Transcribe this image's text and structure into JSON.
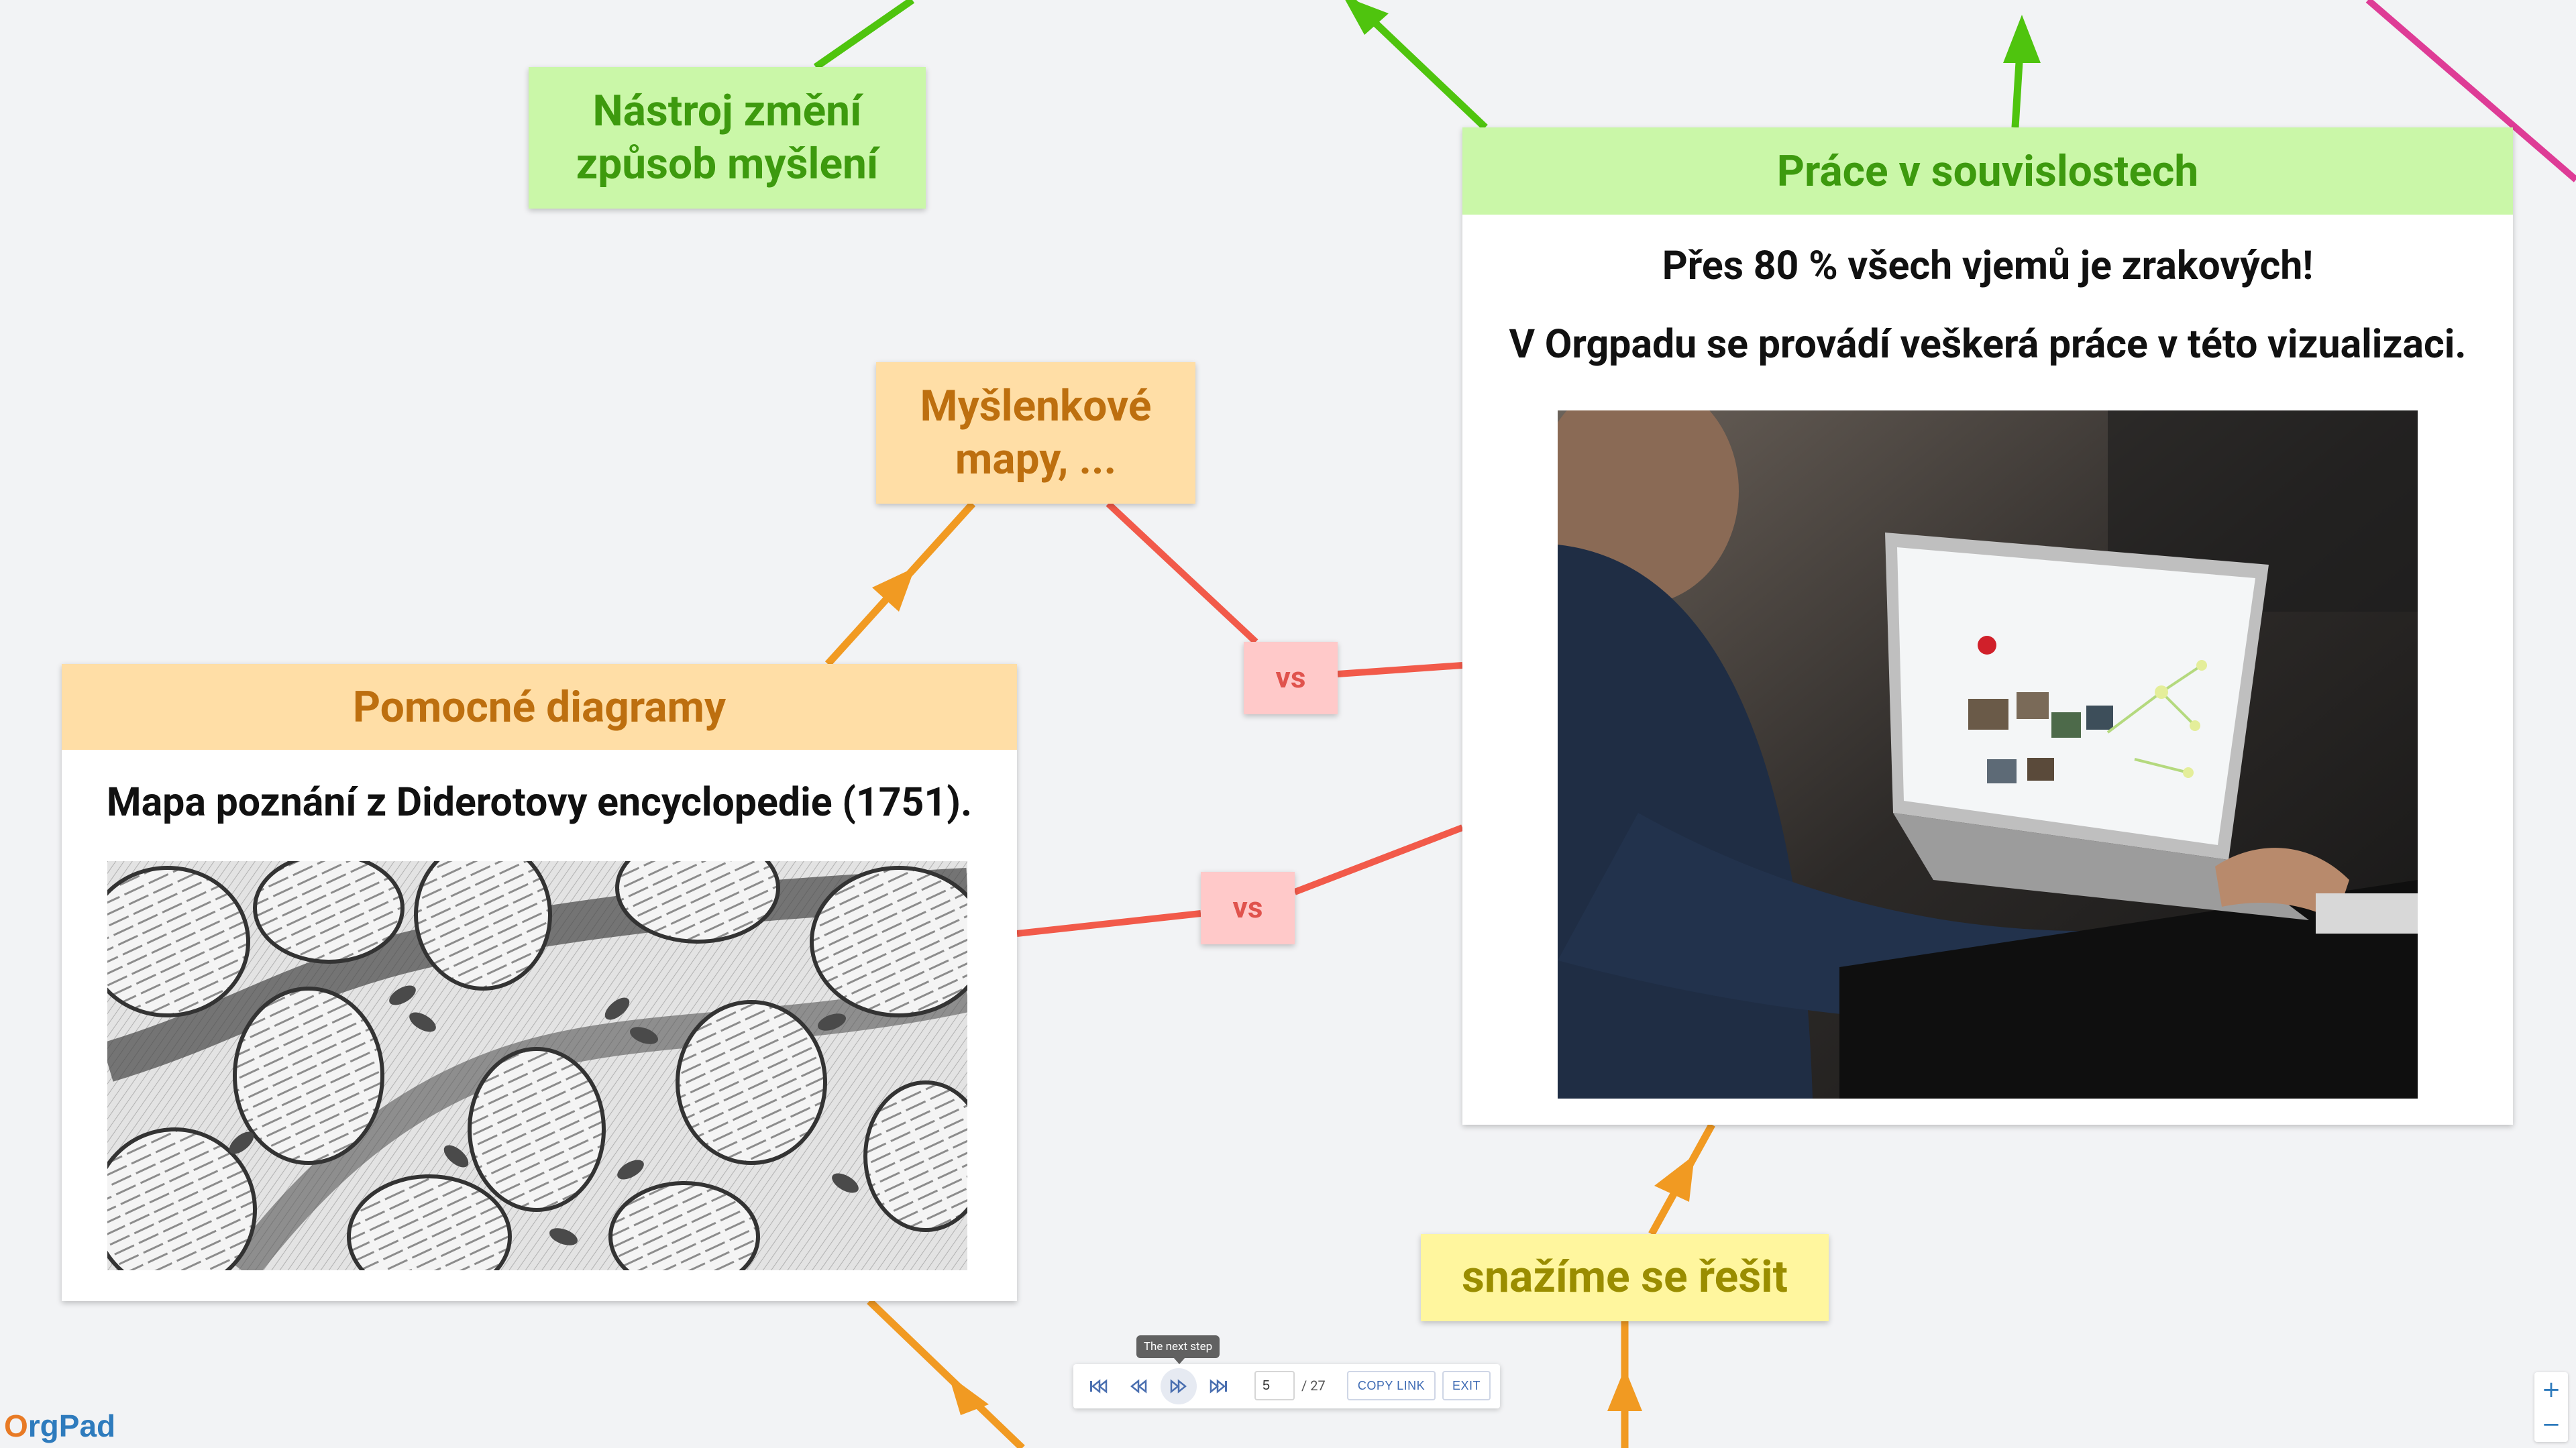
{
  "canvas": {
    "cells": {
      "nastroj": {
        "text": "Nástroj změní způsob myšlení"
      },
      "myslenkove": {
        "text": "Myšlenkové mapy, ..."
      },
      "pomocne": {
        "title": "Pomocné diagramy",
        "text": "Mapa poznání z Diderotovy encyclopedie (1751).",
        "image_label": "diderot-knowledge-map-image"
      },
      "prace": {
        "title": "Práce v souvislostech",
        "line1": "Přes 80 % všech vjemů je zrakových!",
        "line2": "V Orgpadu se provádí veškerá práce v této vizualizaci.",
        "image_label": "person-working-on-laptop-image"
      },
      "vs1": {
        "text": "vs"
      },
      "vs2": {
        "text": "vs"
      },
      "snazime": {
        "text": "snažíme se řešit"
      }
    },
    "link_colors": {
      "green": "#4fc40e",
      "orange": "#f19a22",
      "red": "#f25a4a",
      "pink": "#de3c96"
    }
  },
  "toolbar": {
    "tooltip": "The next step",
    "current_step": "5",
    "total_steps": "/ 27",
    "copy_link_label": "COPY LINK",
    "exit_label": "EXIT",
    "icons": [
      "skip-first-icon",
      "step-back-icon",
      "step-next-icon",
      "skip-last-icon"
    ]
  },
  "logo": {
    "first": "O",
    "rest": "rgPad"
  },
  "zoom": {
    "in_label": "+",
    "out_label": "−"
  },
  "colors": {
    "background": "#f2f3f5",
    "green_cell": "#caf7a8",
    "orange_cell": "#ffdea6",
    "yellow_cell": "#fff69e",
    "red_cell": "#ffc9c9",
    "accent_blue": "#3d6ab3"
  }
}
